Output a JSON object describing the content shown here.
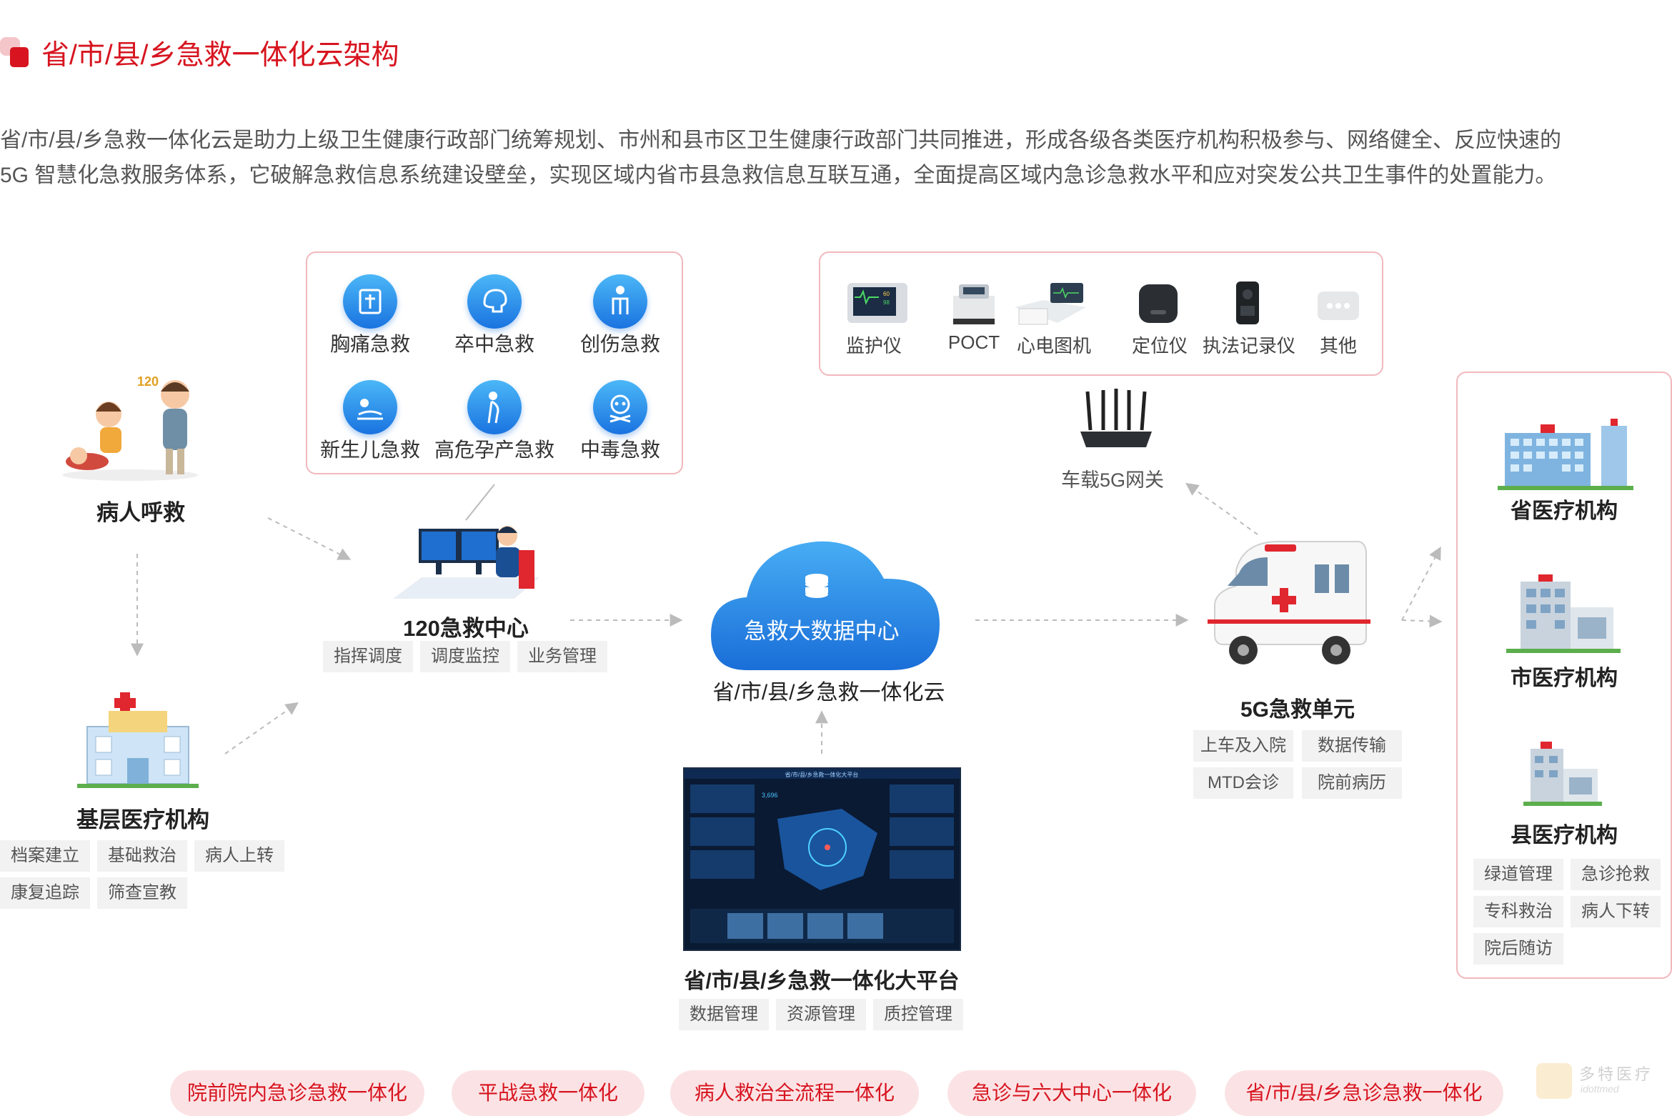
{
  "header": {
    "title": "省/市/县/乡急救一体化云架构"
  },
  "intro": "省/市/县/乡急救一体化云是助力上级卫生健康行政部门统筹规划、市州和县市区卫生健康行政部门共同推进，形成各级各类医疗机构积极参与、网络健全、反应快速的\n5G 智慧化急救服务体系，它破解急救信息系统建设壁垒，实现区域内省市县急救信息互联互通，全面提高区域内急诊急救水平和应对突发公共卫生事件的处置能力。",
  "patient": {
    "label": "病人呼救",
    "sign": "120"
  },
  "grassroots": {
    "label": "基层医疗机构",
    "tags": [
      "档案建立",
      "基础救治",
      "病人上转",
      "康复追踪",
      "筛查宣教"
    ]
  },
  "emergency_types": {
    "items": [
      "胸痛急救",
      "卒中急救",
      "创伤急救",
      "新生儿急救",
      "高危孕产急救",
      "中毒急救"
    ]
  },
  "center120": {
    "label": "120急救中心",
    "tags": [
      "指挥调度",
      "调度监控",
      "业务管理"
    ]
  },
  "cloud": {
    "inner": "急救大数据中心",
    "label": "省/市/县/乡急救一体化云"
  },
  "platform": {
    "label": "省/市/县/乡急救一体化大平台",
    "tags": [
      "数据管理",
      "资源管理",
      "质控管理"
    ],
    "screen_title": "省/市/县/乡急救一体化大平台",
    "screen_stat": "3,696"
  },
  "devices": {
    "items": [
      "监护仪",
      "POCT",
      "心电图机",
      "定位仪",
      "执法记录仪",
      "其他"
    ]
  },
  "gateway": {
    "label": "车载5G网关"
  },
  "ambulance": {
    "label": "5G急救单元",
    "tags": [
      "上车及入院",
      "数据传输",
      "MTD会诊",
      "院前病历"
    ]
  },
  "hospitals": {
    "province": "省医疗机构",
    "city": "市医疗机构",
    "county": "县医疗机构",
    "tags": [
      "绿道管理",
      "急诊抢救",
      "专科救治",
      "病人下转",
      "院后随访"
    ]
  },
  "bottom_pills": [
    "院前院内急诊急救一体化",
    "平战急救一体化",
    "病人救治全流程一体化",
    "急诊与六大中心一体化",
    "省/市/县/乡急诊急救一体化"
  ],
  "watermark": {
    "text": "多特医疗",
    "sub": "idottmed"
  },
  "colors": {
    "accent": "#d7141f",
    "panel_border": "#f2b8bd",
    "cloud_blue": "#1a73e0",
    "pill_bg": "#fbe3e5"
  }
}
